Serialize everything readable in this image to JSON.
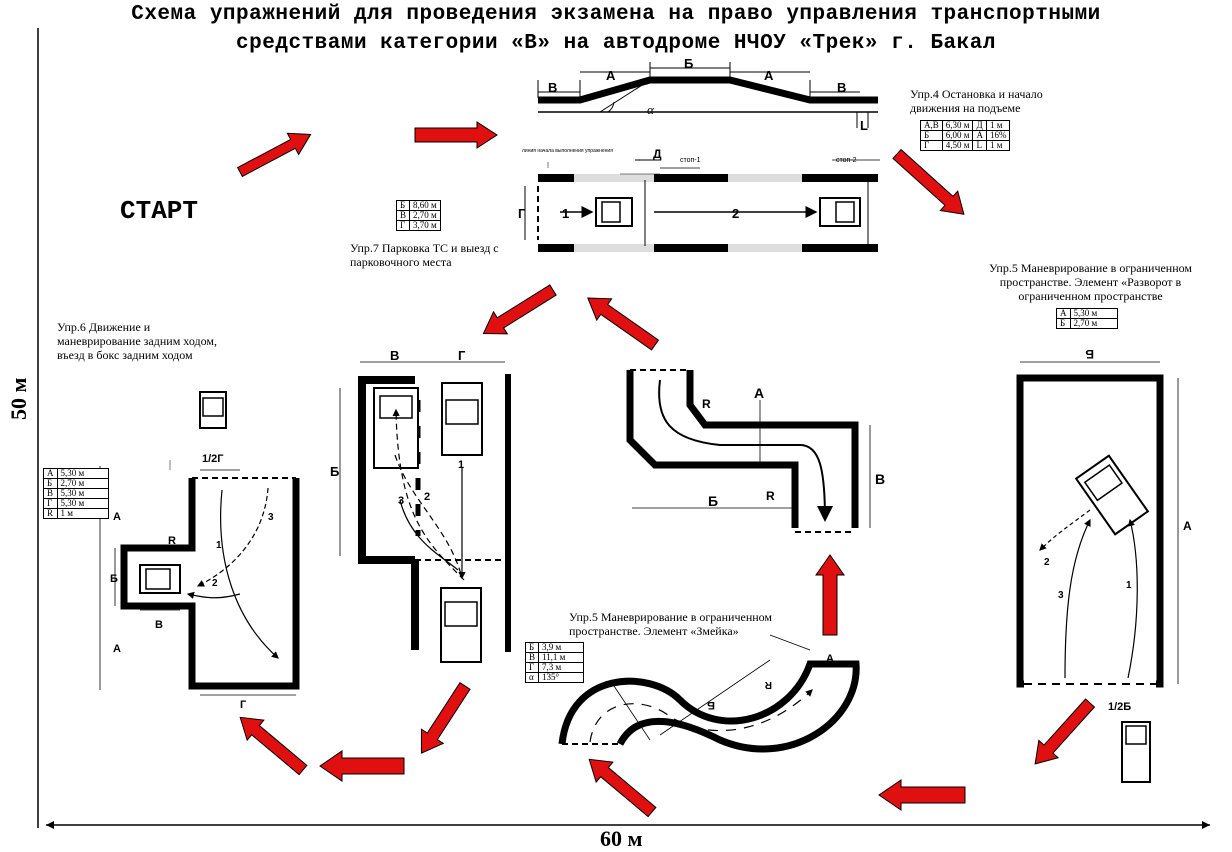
{
  "title_line1": "Схема упражнений для проведения экзамена на право управления транспортными",
  "title_line2": "средствами категории «В» на автодроме НЧОУ «Трек» г. Бакал",
  "start_label": "СТАРТ",
  "dim_vertical": "50 м",
  "dim_horizontal": "60 м",
  "ex4": {
    "caption_line1": "Упр.4 Остановка и начало",
    "caption_line2": "движения на подъеме",
    "spec": [
      [
        "А,В",
        "6,30 м",
        "Д",
        "1 м"
      ],
      [
        "Б",
        "6,00 м",
        "А",
        "16%"
      ],
      [
        "Г",
        "4,50 м",
        "L",
        "1 м"
      ]
    ],
    "labels": {
      "A": "А",
      "B": "Б",
      "V": "В",
      "alpha": "α",
      "L": "L"
    }
  },
  "ex7": {
    "caption_line1": "Упр.7 Парковка ТС и выезд с",
    "caption_line2": "парковочного места",
    "spec": [
      [
        "Б",
        "8,60 м"
      ],
      [
        "В",
        "2,70 м"
      ],
      [
        "Г",
        "3,70 м"
      ]
    ],
    "labels": {
      "G": "Г",
      "D": "Д",
      "stop1": "стоп-1",
      "stop2": "стоп-2",
      "n1": "1",
      "n2": "2",
      "start_line": "линия начала выполнения упражнения"
    }
  },
  "ex5_turn": {
    "caption_line1": "Упр.5 Маневрирование в ограниченном",
    "caption_line2": "пространстве. Элемент «Разворот в",
    "caption_line3": "ограниченном пространстве",
    "spec": [
      [
        "А",
        "5,30 м"
      ],
      [
        "Б",
        "2,70 м"
      ]
    ],
    "labels": {
      "B": "Б",
      "A": "А",
      "half": "1/2Б",
      "n1": "1",
      "n2": "2",
      "n3": "3"
    }
  },
  "ex6": {
    "caption_line1": "Упр.6 Движение и",
    "caption_line2": "маневрирование задним ходом,",
    "caption_line3": "въезд в бокс задним ходом",
    "spec": [
      [
        "А",
        "5,30 м"
      ],
      [
        "Б",
        "2,70 м"
      ],
      [
        "В",
        "5,30 м"
      ],
      [
        "Г",
        "5,30 м"
      ],
      [
        "R",
        "1 м"
      ]
    ],
    "labels": {
      "half": "1/2Г",
      "R": "R",
      "B": "Б",
      "V": "В",
      "A": "А",
      "G": "Г",
      "n1": "1",
      "n2": "2",
      "n3": "3"
    }
  },
  "ex6b": {
    "labels": {
      "V": "В",
      "G": "Г",
      "B": "Б",
      "n1": "1",
      "n2": "2",
      "n3": "3"
    }
  },
  "ex5_zigzag": {
    "labels": {
      "A": "А",
      "B": "Б",
      "V": "В",
      "R": "R"
    }
  },
  "ex5_snake": {
    "caption_line1": "Упр.5 Маневрирование в ограниченном",
    "caption_line2": "пространстве. Элемент «Змейка»",
    "spec": [
      [
        "Б",
        "3,9 м"
      ],
      [
        "В",
        "11,1 м"
      ],
      [
        "Г",
        "7,3 м"
      ],
      [
        "α",
        "135°"
      ]
    ],
    "labels": {
      "A": "А",
      "B": "Б",
      "R": "R"
    }
  }
}
